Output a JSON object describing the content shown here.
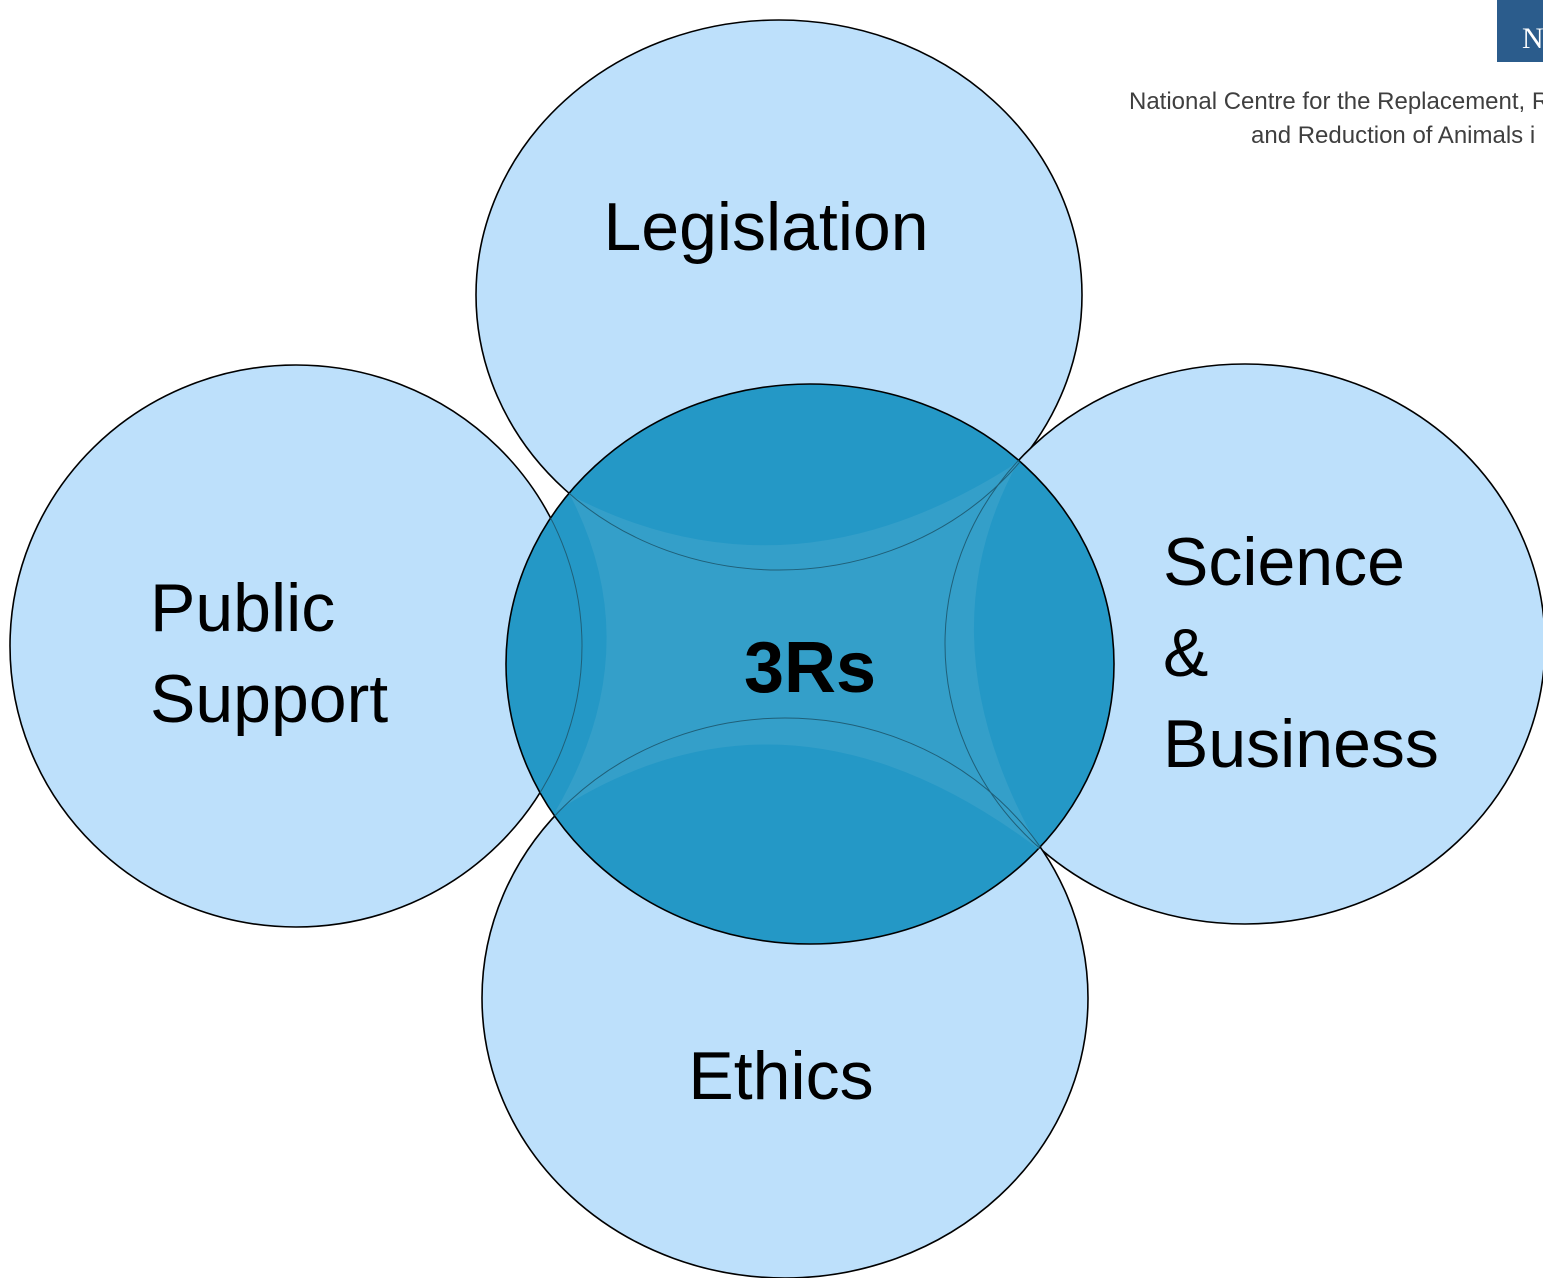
{
  "colors": {
    "outer_fill": "#bde0fb",
    "center_fill": "#2498c6",
    "overlap_fill": "#349fc9",
    "stroke": "#000000",
    "logo_box": "#2b5c8c"
  },
  "diagram": {
    "center": {
      "label": "3Rs"
    },
    "top": {
      "label": "Legislation"
    },
    "left": {
      "lines": [
        "Public",
        "Support"
      ]
    },
    "right": {
      "lines": [
        "Science",
        "&",
        "Business"
      ]
    },
    "bottom": {
      "label": "Ethics"
    }
  },
  "logo": {
    "letter": "N",
    "line1": "National Centre for the Replacement, R",
    "line2": "and Reduction of Animals i"
  }
}
